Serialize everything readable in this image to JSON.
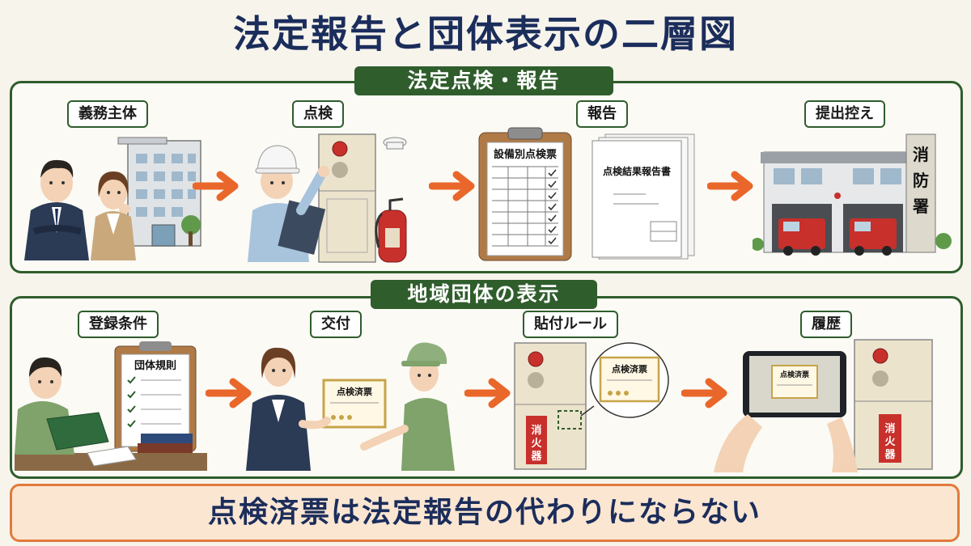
{
  "title": "法定報告と団体表示の二層図",
  "sections": {
    "top": {
      "banner": "法定点検・報告",
      "steps": [
        "義務主体",
        "点検",
        "報告",
        "提出控え"
      ],
      "clipboard_title": "設備別点検票",
      "report_title": "点検結果報告書",
      "station_sign": "消防署"
    },
    "bottom": {
      "banner": "地域団体の表示",
      "steps": [
        "登録条件",
        "交付",
        "貼付ルール",
        "履歴"
      ],
      "rules_title": "団体規則",
      "sticker_title": "点検済票",
      "extinguisher_label": "消火器"
    }
  },
  "footer": "点検済票は法定報告の代わりにならない",
  "colors": {
    "navy": "#1b2d5b",
    "green": "#2f5d2c",
    "orange": "#e9672a",
    "footer_bg": "#fbe6d2",
    "red": "#c8302c"
  }
}
